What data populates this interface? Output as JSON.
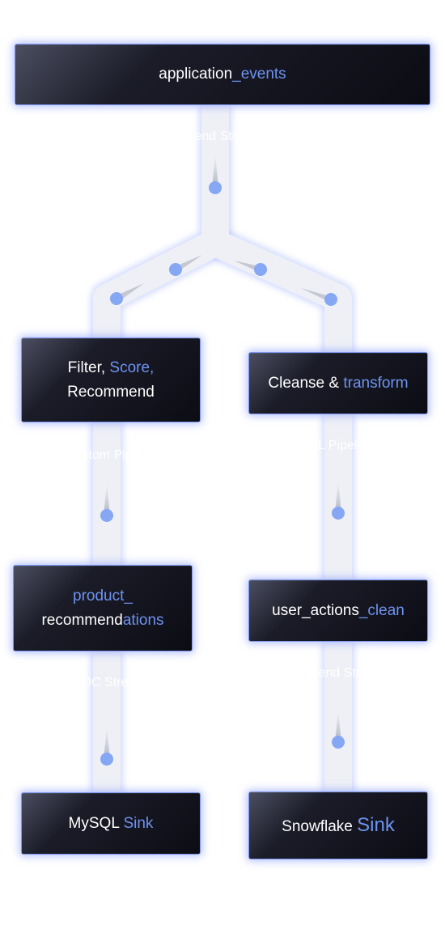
{
  "nodes": {
    "source": {
      "name": "application",
      "accent": "_events"
    },
    "filter": {
      "name": "Filter, ",
      "accent": "Score,",
      "name2": "Recommend"
    },
    "cleanse": {
      "name": "Cleanse & ",
      "accent": "transform"
    },
    "products": {
      "name": "product_",
      "name2": "recommend",
      "accent": "ations"
    },
    "user": {
      "name": "user_actions",
      "accent": "_clean"
    },
    "mysql": {
      "name": "MySQL ",
      "accent": "Sink"
    },
    "snowflake": {
      "name": "Snowflake ",
      "accent": "Sink"
    }
  },
  "edges": {
    "append_stream": "Append Stream",
    "custom_pipeline": "Custom Pipeline",
    "sql_pipeline": "SQL Pipeline",
    "cdc_stream": "CDC Stream",
    "append_stream_2": "Append Stream"
  },
  "colors": {
    "pipe": "#eef0f6",
    "glow": "#98acff",
    "dot": "#86a7f3",
    "accent": "#6d93f0"
  }
}
